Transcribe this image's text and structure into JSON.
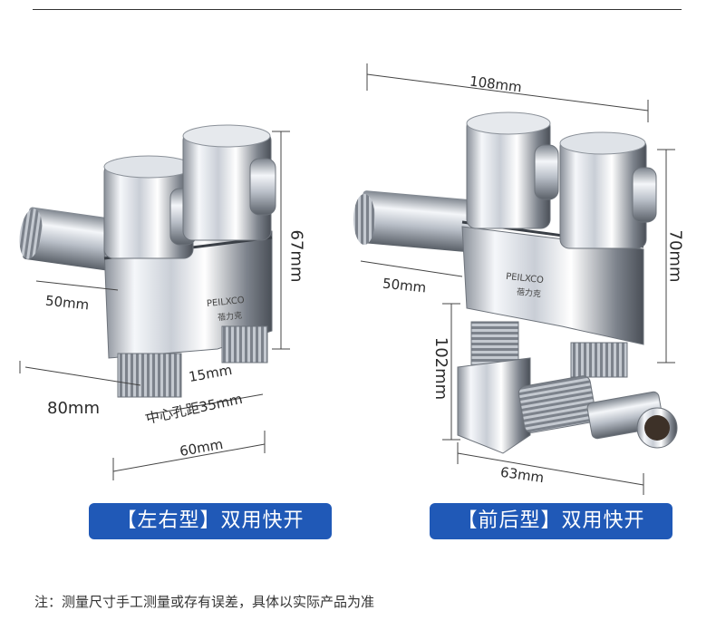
{
  "dimensions_left": {
    "width_50": "50mm",
    "width_80": "80mm",
    "height_67": "67mm",
    "gap_15": "15mm",
    "hole_spacing": "中心孔距35mm",
    "width_60": "60mm"
  },
  "dimensions_right": {
    "width_108": "108mm",
    "height_70": "70mm",
    "width_50": "50mm",
    "height_102": "102mm",
    "width_63": "63mm"
  },
  "brand": {
    "left_logo": "PEILXCO",
    "left_sub": "蓓力克",
    "right_logo": "PEILXCO",
    "right_sub": "蓓力克"
  },
  "labels": {
    "left_type": "【左右型】双用快开",
    "right_type": "【前后型】双用快开"
  },
  "footnote": "注：测量尺寸手工测量或存有误差，具体以实际产品为准",
  "colors": {
    "badge_blue": "#2059b7",
    "chrome_light": "#f2f4f8",
    "chrome_dark": "#6b7280"
  }
}
